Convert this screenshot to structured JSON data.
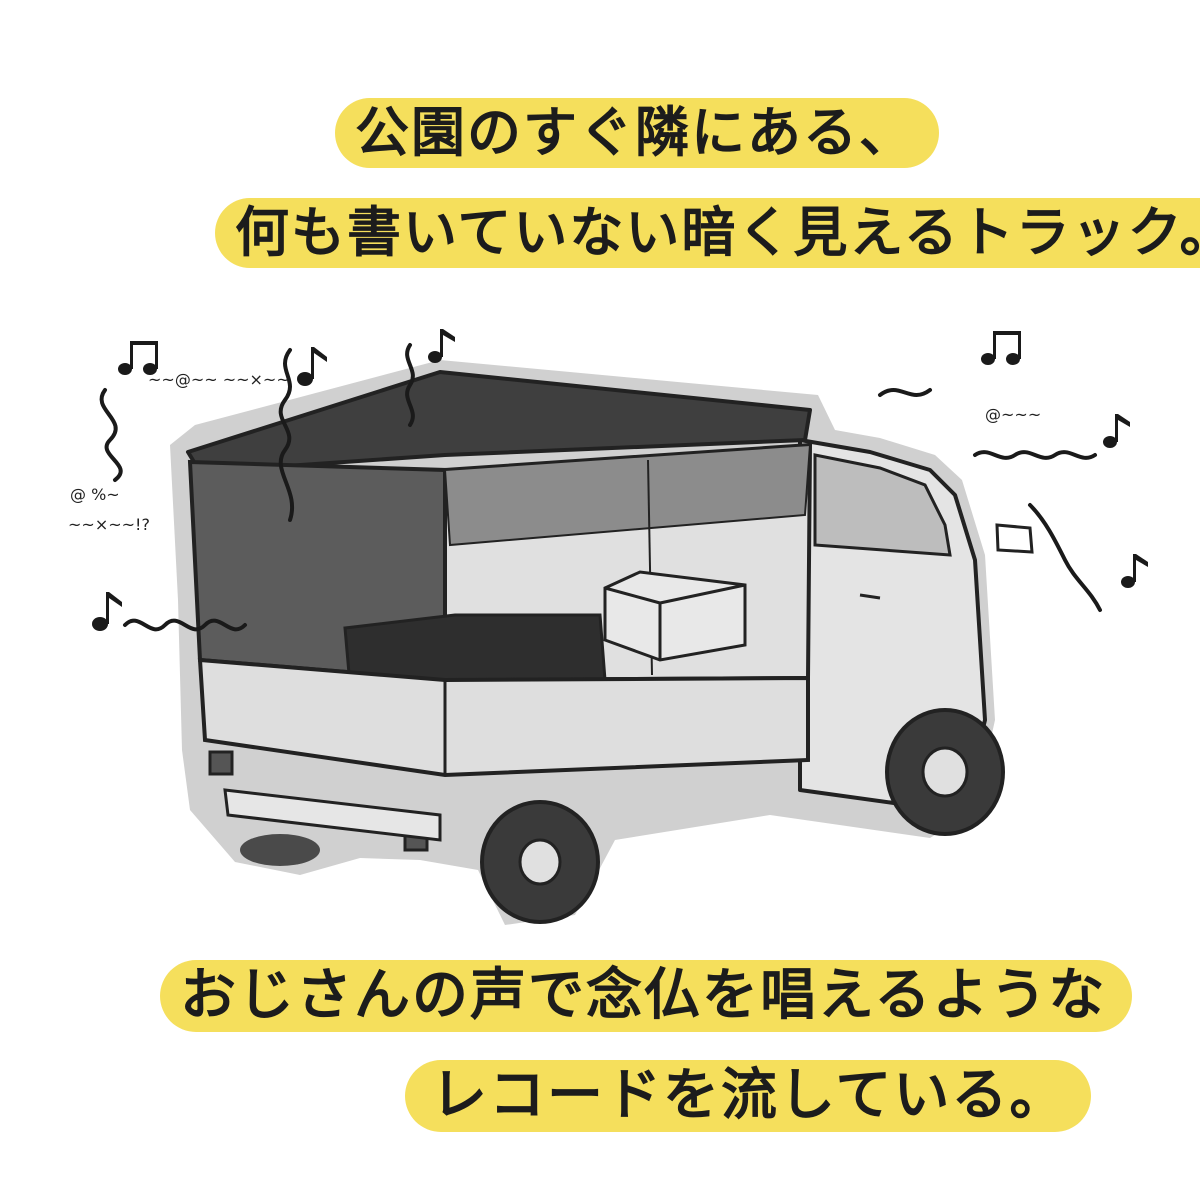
{
  "caption_top": {
    "line1": "公園のすぐ隣にある、",
    "line2": "何も書いていない暗く見えるトラック。"
  },
  "caption_bottom": {
    "line1": "おじさんの声で念仏を唱えるような",
    "line2": "レコードを流している。"
  },
  "sound_marks": {
    "left_upper": "~~@~~ ~~×~~",
    "left_mid": "@ %~",
    "left_lower": "~~×~~!?",
    "right_upper": "@~~~"
  },
  "colors": {
    "highlight": "#f5df5c",
    "truck_body": "#e2e2e2",
    "dark_fill": "#4a4a4a",
    "outline": "#222222",
    "halo": "#cfcfcf"
  }
}
